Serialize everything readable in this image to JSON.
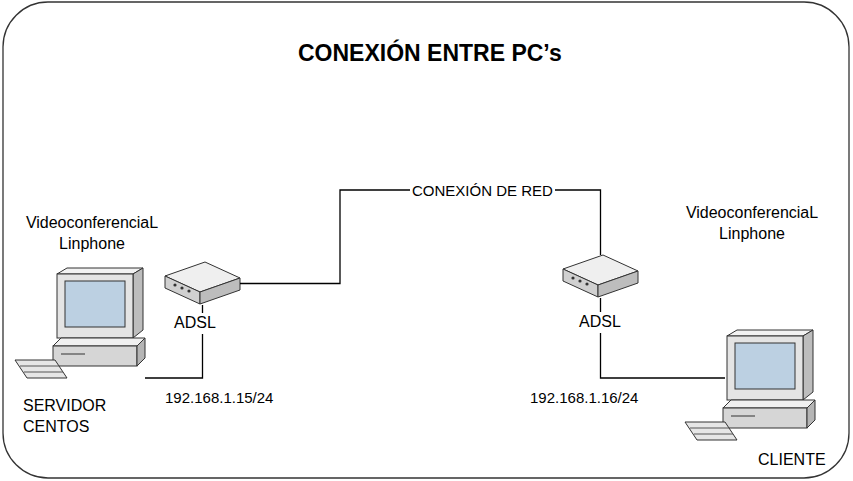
{
  "diagram": {
    "title": "CONEXIÓN ENTRE PC’s",
    "nodes": [
      {
        "text": [
          "VideoconferenciaL Linphone",
          "SERVIDOR CENTOS"
        ]
      },
      {
        "text": [
          "ADSL"
        ]
      },
      {
        "text": [
          "ADSL"
        ]
      },
      {
        "text": [
          "VideoconferenciaL Linphone",
          "CLIENTE"
        ]
      }
    ],
    "edges": [
      {
        "from": 0,
        "to": 1,
        "arrow": "none",
        "label": "192.168.1.15/24"
      },
      {
        "from": 1,
        "to": 2,
        "arrow": "none",
        "label": "CONEXIÓN DE RED"
      },
      {
        "from": 2,
        "to": 3,
        "arrow": "none",
        "label": "192.168.1.16/24"
      }
    ]
  }
}
